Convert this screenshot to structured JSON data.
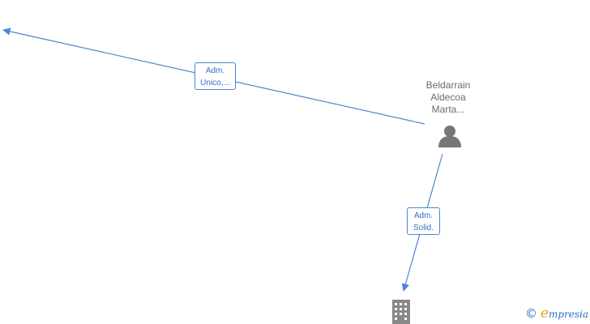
{
  "nodes": {
    "person": {
      "name_lines": [
        "Beldarrain",
        "Aldecoa",
        "Marta..."
      ],
      "icon": "person-icon"
    },
    "company": {
      "icon": "building-icon"
    }
  },
  "edges": [
    {
      "label_lines": [
        "Adm.",
        "Unico,..."
      ]
    },
    {
      "label_lines": [
        "Adm.",
        "Solid."
      ]
    }
  ],
  "brand": {
    "copyright_symbol": "©",
    "first_letter": "e",
    "rest": "mpresia"
  },
  "colors": {
    "edge": "#4a86d4",
    "icon": "#777777",
    "label_text": "#2f6fc4",
    "brand_accent": "#e8a317"
  }
}
